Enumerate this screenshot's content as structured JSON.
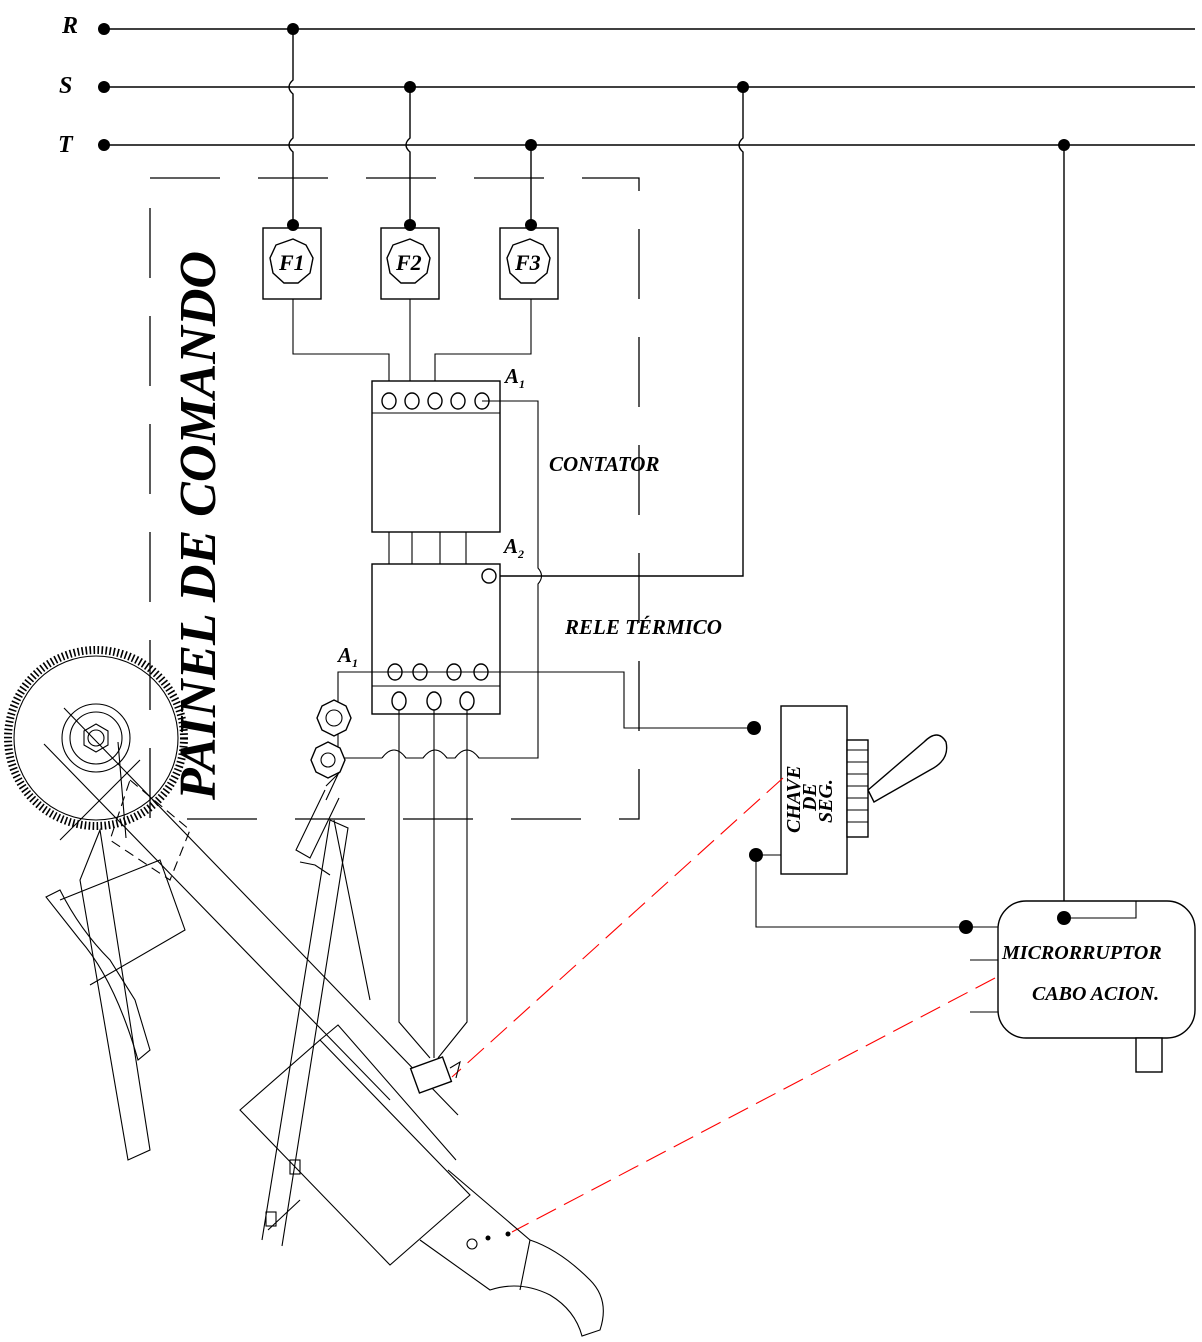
{
  "phases": {
    "r": "R",
    "s": "S",
    "t": "T"
  },
  "panel": {
    "title": "PAINEL DE COMANDO"
  },
  "fuses": {
    "f1": "F1",
    "f2": "F2",
    "f3": "F3"
  },
  "contactor": {
    "label": "CONTATOR",
    "a1_letter": "A",
    "a1_sub": "1",
    "a2_letter": "A",
    "a2_sub": "2"
  },
  "relay": {
    "label": "RELE  TÉRMICO",
    "a1_letter": "A",
    "a1_sub": "1"
  },
  "safety_switch": {
    "line1": "CHAVE",
    "line2": "DE",
    "line3": "SEG."
  },
  "microswitch": {
    "line1": "MICRORRUPTOR",
    "line2": "CABO ACION."
  },
  "colors": {
    "wire": "#000000",
    "link": "#ff0000"
  }
}
